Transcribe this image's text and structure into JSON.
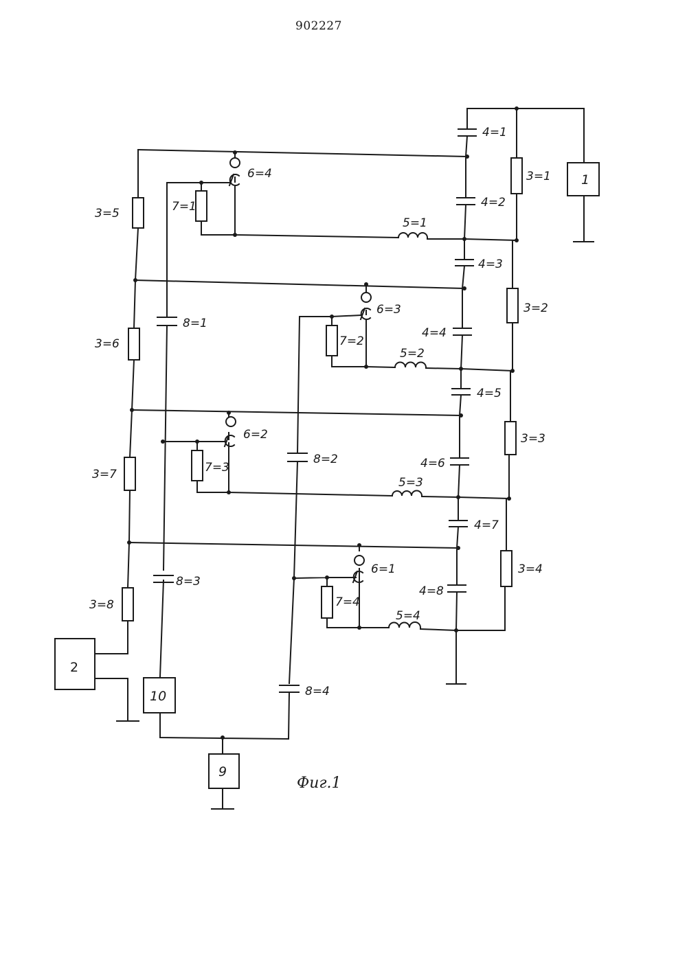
{
  "document_number": "902227",
  "figure_caption": "Фиг.1",
  "blocks": {
    "b1": "1",
    "b2": "2",
    "b9": "9",
    "b10": "10"
  },
  "labels": {
    "r31": "3=1",
    "r32": "3=2",
    "r33": "3=3",
    "r34": "3=4",
    "r35": "3=5",
    "r36": "3=6",
    "r37": "3=7",
    "r38": "3=8",
    "c41": "4=1",
    "c42": "4=2",
    "c43": "4=3",
    "c44": "4=4",
    "c45": "4=5",
    "c46": "4=6",
    "c47": "4=7",
    "c48": "4=8",
    "l51": "5=1",
    "l52": "5=2",
    "l53": "5=3",
    "l54": "5=4",
    "d61": "6=1",
    "d62": "6=2",
    "d63": "6=3",
    "d64": "6=4",
    "r71": "7=1",
    "r72": "7=2",
    "r73": "7=3",
    "r74": "7=4",
    "c81": "8=1",
    "c82": "8=2",
    "c83": "8=3",
    "c84": "8=4"
  }
}
